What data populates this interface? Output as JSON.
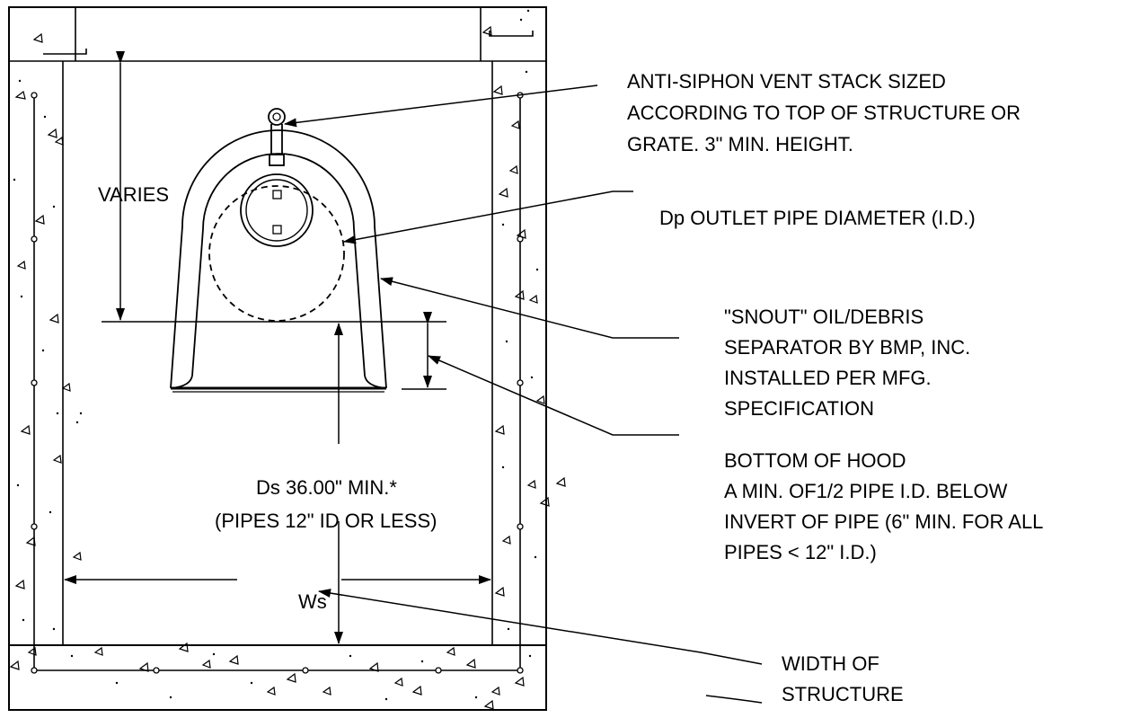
{
  "labels": {
    "vent_stack": [
      "ANTI-SIPHON VENT STACK SIZED",
      "ACCORDING TO TOP OF STRUCTURE OR",
      "GRATE.  3\" MIN. HEIGHT."
    ],
    "outlet_pipe": "Dp OUTLET PIPE DIAMETER (I.D.)",
    "snout": [
      "\"SNOUT\" OIL/DEBRIS",
      "SEPARATOR BY BMP, INC.",
      "INSTALLED PER MFG.",
      "SPECIFICATION"
    ],
    "hood_bottom": [
      "BOTTOM OF HOOD",
      "A MIN. OF1/2 PIPE I.D. BELOW",
      "INVERT OF PIPE (6\" MIN. FOR ALL",
      "PIPES < 12\" I.D.)"
    ],
    "varies": "VARIES",
    "ds_line1": "Ds 36.00\" MIN.*",
    "ds_line2": "(PIPES 12\" ID OR LESS)",
    "ws": "Ws",
    "width_of_structure": [
      "WIDTH OF",
      "STRUCTURE"
    ]
  },
  "colors": {
    "line": "#000000",
    "background": "#ffffff"
  }
}
